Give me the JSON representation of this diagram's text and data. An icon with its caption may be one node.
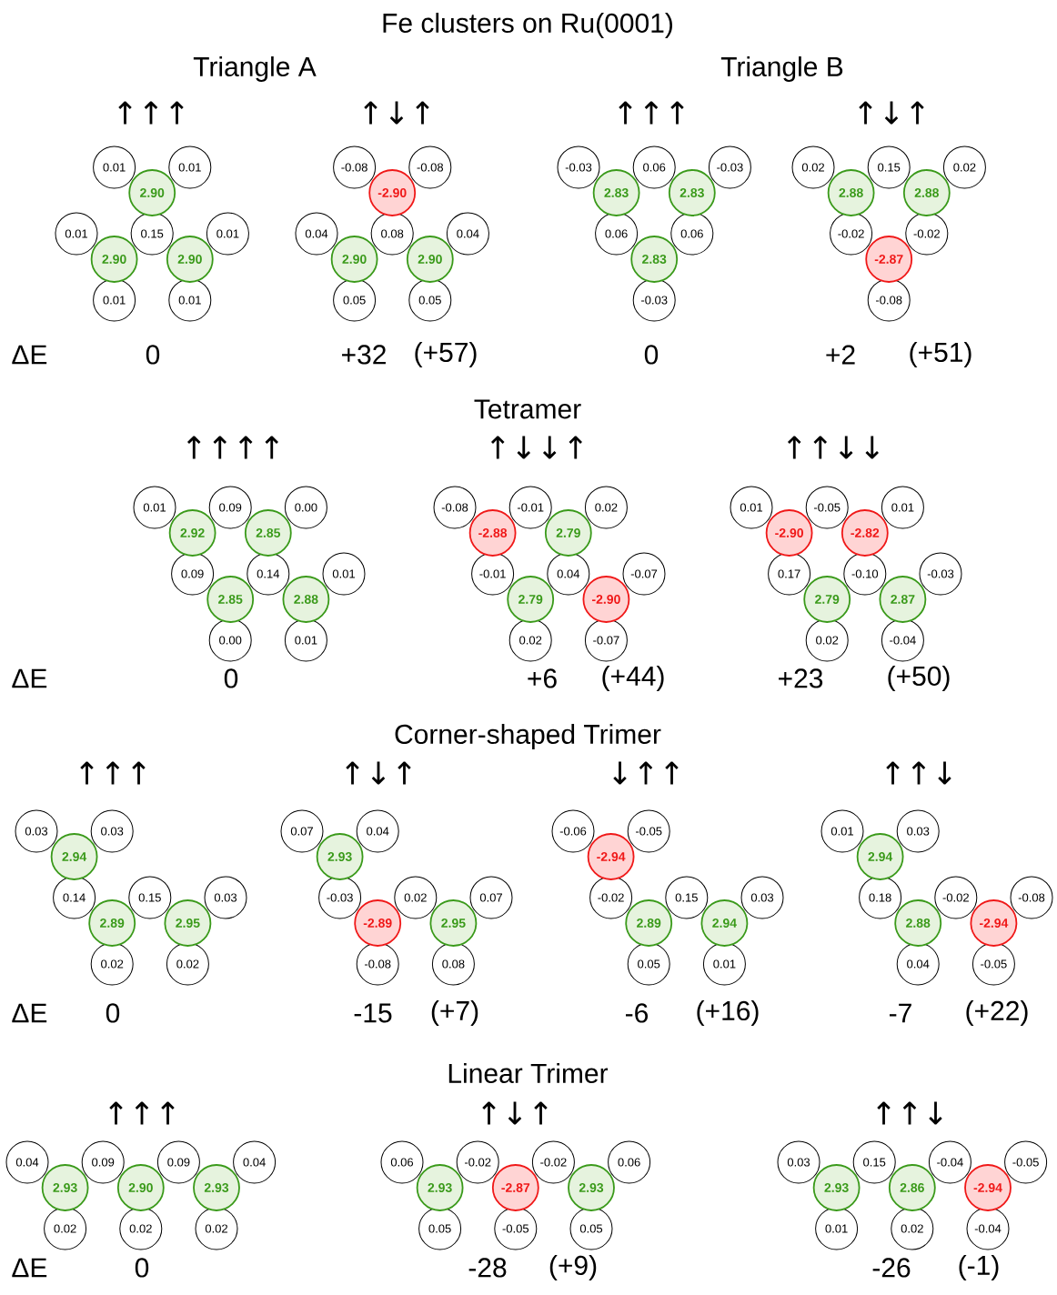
{
  "diagram": {
    "title": "Fe clusters on Ru(0001)",
    "nodes": [
      {
        "text": [
          "0.01"
        ]
      },
      {
        "text": [
          "0.01"
        ]
      },
      {
        "text": [
          "2.90"
        ]
      },
      {
        "text": [
          "0.01"
        ]
      },
      {
        "text": [
          "0.15"
        ]
      },
      {
        "text": [
          "0.01"
        ]
      },
      {
        "text": [
          "2.90"
        ]
      },
      {
        "text": [
          "2.90"
        ]
      },
      {
        "text": [
          "0.01"
        ]
      },
      {
        "text": [
          "0.01"
        ]
      },
      {
        "text": [
          "-0.08"
        ]
      },
      {
        "text": [
          "-0.08"
        ]
      },
      {
        "text": [
          "-2.90"
        ]
      },
      {
        "text": [
          "0.04"
        ]
      },
      {
        "text": [
          "0.08"
        ]
      },
      {
        "text": [
          "0.04"
        ]
      },
      {
        "text": [
          "2.90"
        ]
      },
      {
        "text": [
          "2.90"
        ]
      },
      {
        "text": [
          "0.05"
        ]
      },
      {
        "text": [
          "0.05"
        ]
      },
      {
        "text": [
          "-0.03"
        ]
      },
      {
        "text": [
          "0.06"
        ]
      },
      {
        "text": [
          "-0.03"
        ]
      },
      {
        "text": [
          "2.83"
        ]
      },
      {
        "text": [
          "2.83"
        ]
      },
      {
        "text": [
          "0.06"
        ]
      },
      {
        "text": [
          "0.06"
        ]
      },
      {
        "text": [
          "2.83"
        ]
      },
      {
        "text": [
          "-0.03"
        ]
      },
      {
        "text": [
          "0.02"
        ]
      },
      {
        "text": [
          "0.15"
        ]
      },
      {
        "text": [
          "0.02"
        ]
      },
      {
        "text": [
          "2.88"
        ]
      },
      {
        "text": [
          "2.88"
        ]
      },
      {
        "text": [
          "-0.02"
        ]
      },
      {
        "text": [
          "-0.02"
        ]
      },
      {
        "text": [
          "-2.87"
        ]
      },
      {
        "text": [
          "-0.08"
        ]
      },
      {
        "text": [
          "0.01"
        ]
      },
      {
        "text": [
          "0.09"
        ]
      },
      {
        "text": [
          "0.00"
        ]
      },
      {
        "text": [
          "2.92"
        ]
      },
      {
        "text": [
          "2.85"
        ]
      },
      {
        "text": [
          "0.09"
        ]
      },
      {
        "text": [
          "0.14"
        ]
      },
      {
        "text": [
          "0.01"
        ]
      },
      {
        "text": [
          "2.85"
        ]
      },
      {
        "text": [
          "2.88"
        ]
      },
      {
        "text": [
          "0.00"
        ]
      },
      {
        "text": [
          "0.01"
        ]
      },
      {
        "text": [
          "-0.08"
        ]
      },
      {
        "text": [
          "-0.01"
        ]
      },
      {
        "text": [
          "0.02"
        ]
      },
      {
        "text": [
          "-2.88"
        ]
      },
      {
        "text": [
          "2.79"
        ]
      },
      {
        "text": [
          "-0.01"
        ]
      },
      {
        "text": [
          "0.04"
        ]
      },
      {
        "text": [
          "-0.07"
        ]
      },
      {
        "text": [
          "2.79"
        ]
      },
      {
        "text": [
          "-2.90"
        ]
      },
      {
        "text": [
          "0.02"
        ]
      },
      {
        "text": [
          "-0.07"
        ]
      },
      {
        "text": [
          "0.01"
        ]
      },
      {
        "text": [
          "-0.05"
        ]
      },
      {
        "text": [
          "0.01"
        ]
      },
      {
        "text": [
          "-2.90"
        ]
      },
      {
        "text": [
          "-2.82"
        ]
      },
      {
        "text": [
          "0.17"
        ]
      },
      {
        "text": [
          "-0.10"
        ]
      },
      {
        "text": [
          "-0.03"
        ]
      },
      {
        "text": [
          "2.79"
        ]
      },
      {
        "text": [
          "2.87"
        ]
      },
      {
        "text": [
          "0.02"
        ]
      },
      {
        "text": [
          "-0.04"
        ]
      },
      {
        "text": [
          "0.03"
        ]
      },
      {
        "text": [
          "0.03"
        ]
      },
      {
        "text": [
          "2.94"
        ]
      },
      {
        "text": [
          "0.14"
        ]
      },
      {
        "text": [
          "0.15"
        ]
      },
      {
        "text": [
          "0.03"
        ]
      },
      {
        "text": [
          "2.89"
        ]
      },
      {
        "text": [
          "2.95"
        ]
      },
      {
        "text": [
          "0.02"
        ]
      },
      {
        "text": [
          "0.02"
        ]
      },
      {
        "text": [
          "0.07"
        ]
      },
      {
        "text": [
          "0.04"
        ]
      },
      {
        "text": [
          "2.93"
        ]
      },
      {
        "text": [
          "-0.03"
        ]
      },
      {
        "text": [
          "0.02"
        ]
      },
      {
        "text": [
          "0.07"
        ]
      },
      {
        "text": [
          "-2.89"
        ]
      },
      {
        "text": [
          "2.95"
        ]
      },
      {
        "text": [
          "-0.08"
        ]
      },
      {
        "text": [
          "0.08"
        ]
      },
      {
        "text": [
          "-0.06"
        ]
      },
      {
        "text": [
          "-0.05"
        ]
      },
      {
        "text": [
          "-2.94"
        ]
      },
      {
        "text": [
          "-0.02"
        ]
      },
      {
        "text": [
          "0.15"
        ]
      },
      {
        "text": [
          "0.03"
        ]
      },
      {
        "text": [
          "2.89"
        ]
      },
      {
        "text": [
          "2.94"
        ]
      },
      {
        "text": [
          "0.05"
        ]
      },
      {
        "text": [
          "0.01"
        ]
      },
      {
        "text": [
          "0.01"
        ]
      },
      {
        "text": [
          "0.03"
        ]
      },
      {
        "text": [
          "2.94"
        ]
      },
      {
        "text": [
          "0.18"
        ]
      },
      {
        "text": [
          "-0.02"
        ]
      },
      {
        "text": [
          "-0.08"
        ]
      },
      {
        "text": [
          "2.88"
        ]
      },
      {
        "text": [
          "-2.94"
        ]
      },
      {
        "text": [
          "0.04"
        ]
      },
      {
        "text": [
          "-0.05"
        ]
      },
      {
        "text": [
          "0.04"
        ]
      },
      {
        "text": [
          "0.09"
        ]
      },
      {
        "text": [
          "0.09"
        ]
      },
      {
        "text": [
          "0.04"
        ]
      },
      {
        "text": [
          "2.93"
        ]
      },
      {
        "text": [
          "2.90"
        ]
      },
      {
        "text": [
          "2.93"
        ]
      },
      {
        "text": [
          "0.02"
        ]
      },
      {
        "text": [
          "0.02"
        ]
      },
      {
        "text": [
          "0.02"
        ]
      },
      {
        "text": [
          "0.06"
        ]
      },
      {
        "text": [
          "-0.02"
        ]
      },
      {
        "text": [
          "-0.02"
        ]
      },
      {
        "text": [
          "0.06"
        ]
      },
      {
        "text": [
          "2.93"
        ]
      },
      {
        "text": [
          "-2.87"
        ]
      },
      {
        "text": [
          "2.93"
        ]
      },
      {
        "text": [
          "0.05"
        ]
      },
      {
        "text": [
          "-0.05"
        ]
      },
      {
        "text": [
          "0.05"
        ]
      },
      {
        "text": [
          "0.03"
        ]
      },
      {
        "text": [
          "0.15"
        ]
      },
      {
        "text": [
          "-0.04"
        ]
      },
      {
        "text": [
          "-0.05"
        ]
      },
      {
        "text": [
          "2.93"
        ]
      },
      {
        "text": [
          "2.86"
        ]
      },
      {
        "text": [
          "-2.94"
        ]
      },
      {
        "text": [
          "0.01"
        ]
      },
      {
        "text": [
          "0.02"
        ]
      },
      {
        "text": [
          "-0.04"
        ]
      }
    ],
    "labels": [
      "Triangle A",
      "Triangle B",
      "↑↑↑",
      "↑↓↑",
      "↑↑↑",
      "↑↓↑",
      "ΔE",
      "0",
      "+32",
      "(+57)",
      "0",
      "+2",
      "(+51)",
      "Tetramer",
      "↑↑↑↑",
      "↑↓↓↑",
      "↑↑↓↓",
      "ΔE",
      "0",
      "+6",
      "(+44)",
      "+23",
      "(+50)",
      "Corner-shaped Trimer",
      "↑↑↑",
      "↑↓↑",
      "↓↑↑",
      "↑↑↓",
      "ΔE",
      "0",
      "-15",
      "(+7)",
      "-6",
      "(+16)",
      "-7",
      "(+22)",
      "Linear Trimer",
      "↑↑↑",
      "↑↓↑",
      "↑↑↓",
      "ΔE",
      "0",
      "-28",
      "(+9)",
      "-26",
      "(-1)"
    ]
  }
}
